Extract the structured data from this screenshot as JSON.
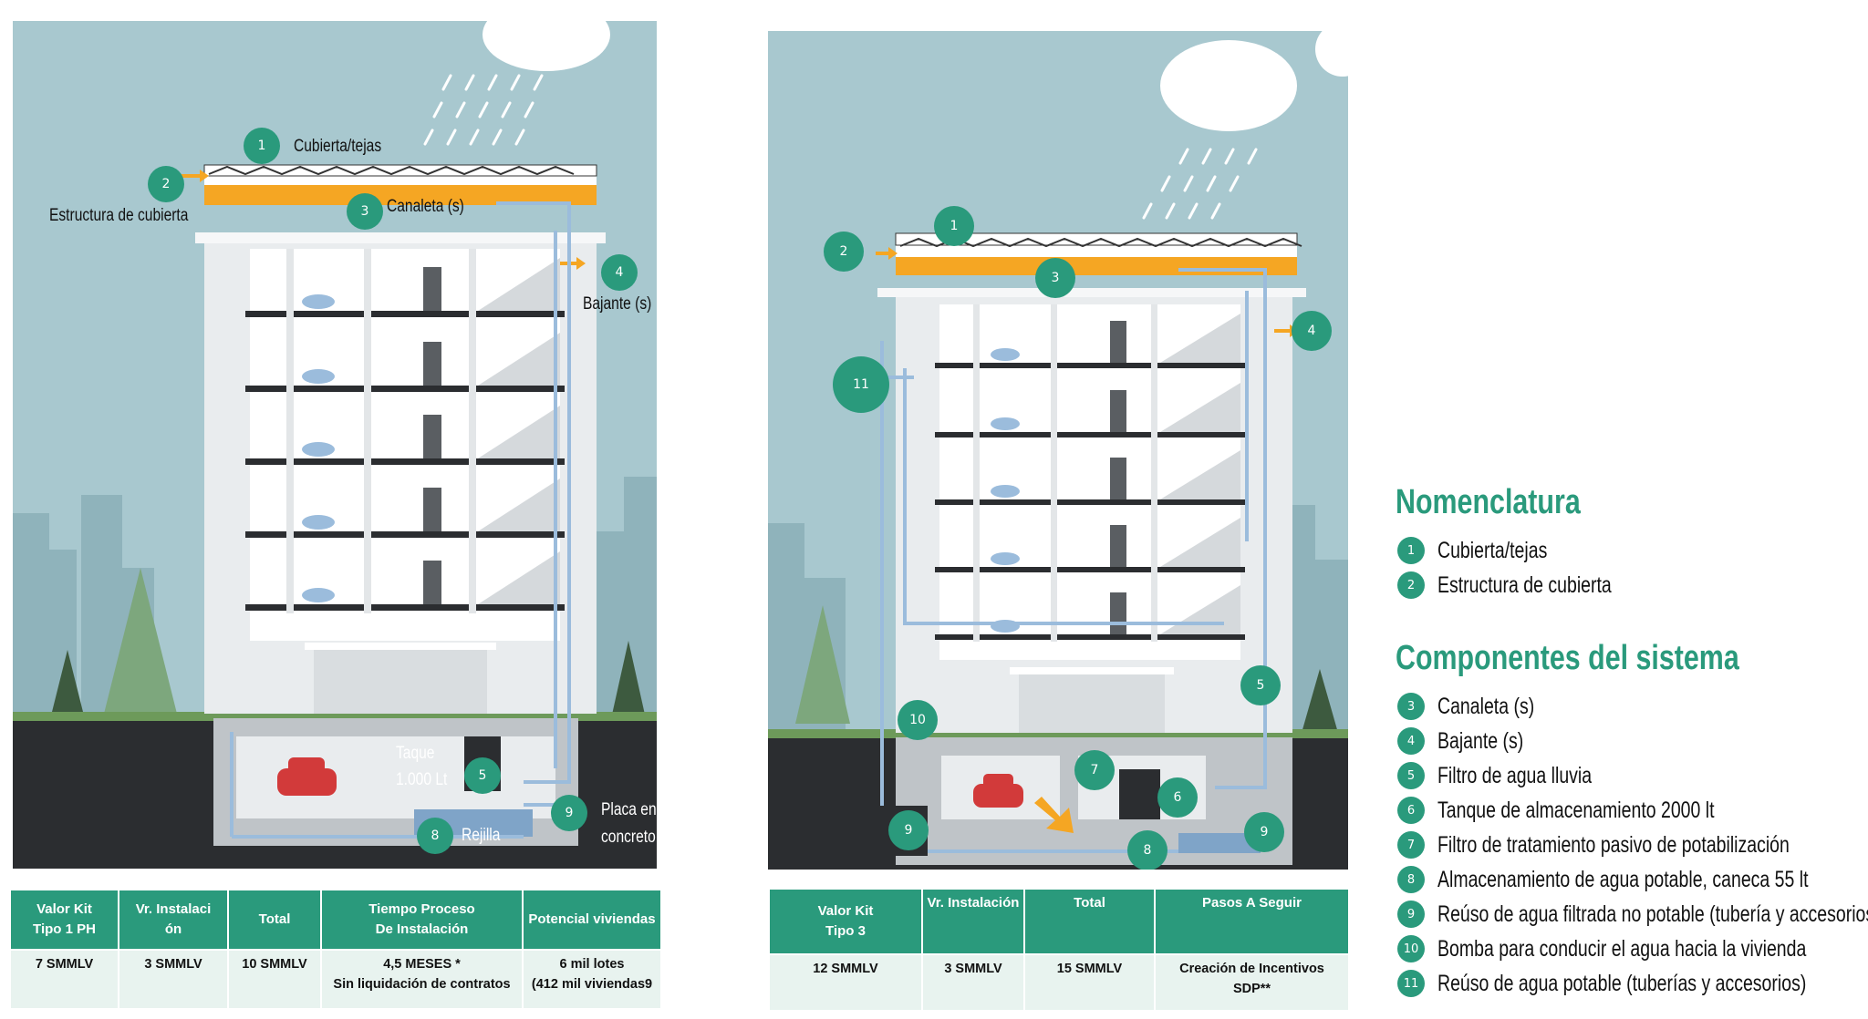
{
  "left_diagram": {
    "labels": {
      "cubierta": "Cubierta/tejas",
      "estructura": "Estructura de cubierta",
      "canaleta": "Canaleta (s)",
      "bajante": "Bajante (s)",
      "taque_1": "Taque",
      "taque_2": "1.000 Lt",
      "rejilla": "Rejilla",
      "placa_1": "Placa en",
      "placa_2": "concreto"
    },
    "badges": [
      "1",
      "2",
      "3",
      "4",
      "5",
      "8",
      "9"
    ]
  },
  "right_diagram": {
    "badges": [
      "1",
      "2",
      "3",
      "4",
      "11",
      "5",
      "10",
      "7",
      "6",
      "9",
      "9",
      "8"
    ]
  },
  "table_left": {
    "headers": [
      "Valor Kit\nTipo 1 PH",
      "Vr. Instalaci\nón",
      "Total",
      "Tiempo Proceso\nDe Instalación",
      "Potencial viviendas"
    ],
    "row": [
      "7 SMMLV",
      "3 SMMLV",
      "10 SMMLV",
      "4,5 MESES *\nSin liquidación  de contratos",
      "6 mil lotes\n(412 mil viviendas9"
    ]
  },
  "table_right": {
    "headers": [
      "Valor Kit\nTipo 3",
      "Vr. Instalación",
      "Total",
      "Pasos A Seguir"
    ],
    "row": [
      "12 SMMLV",
      "3 SMMLV",
      "15 SMMLV",
      "Creación de Incentivos\nSDP**"
    ]
  },
  "legend": {
    "nomenclatura_title": "Nomenclatura",
    "nomenclatura_items": [
      {
        "num": "1",
        "label": "Cubierta/tejas"
      },
      {
        "num": "2",
        "label": "Estructura de cubierta"
      }
    ],
    "componentes_title": "Componentes del sistema",
    "componentes_items": [
      {
        "num": "3",
        "label": "Canaleta (s)"
      },
      {
        "num": "4",
        "label": "Bajante (s)"
      },
      {
        "num": "5",
        "label": "Filtro de agua lluvia"
      },
      {
        "num": "6",
        "label": "Tanque de almacenamiento 2000 lt"
      },
      {
        "num": "7",
        "label": "Filtro de tratamiento pasivo de potabilización"
      },
      {
        "num": "8",
        "label": "Almacenamiento de agua potable, caneca 55 lt"
      },
      {
        "num": "9",
        "label": "Reúso de agua filtrada no potable (tubería y accesorios)"
      },
      {
        "num": "10",
        "label": "Bomba para conducir el agua hacia la vivienda"
      },
      {
        "num": "11",
        "label": "Reúso de agua potable (tuberías y accesorios)"
      }
    ]
  },
  "colors": {
    "accent_green": "#2a9a7c",
    "sky": "#a8c8cf",
    "gutter_orange": "#f5a623",
    "pipe_blue": "#9bbcdc",
    "ground": "#2b2d30"
  }
}
